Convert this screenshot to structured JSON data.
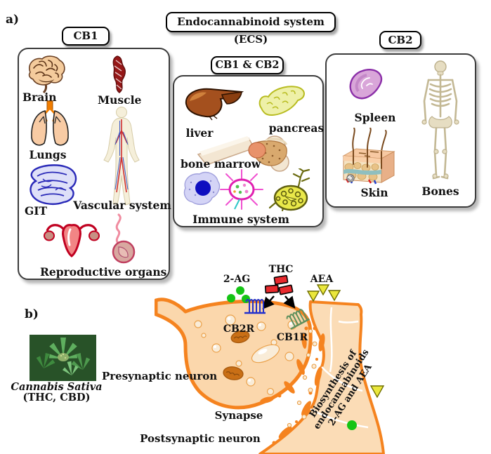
{
  "figure": {
    "panel_a_label": "a)",
    "panel_b_label": "b)",
    "title": "Endocannabinoid system (ECS)"
  },
  "panel_cb1": {
    "header": "CB1",
    "organs": {
      "brain": "Brain",
      "muscle": "Muscle",
      "lungs": "Lungs",
      "vascular": "Vascular system",
      "git": "GIT",
      "reproductive": "Reproductive organs"
    }
  },
  "panel_cb1_cb2": {
    "header": "CB1 & CB2",
    "organs": {
      "liver": "liver",
      "pancreas": "pancreas",
      "bone_marrow": "bone marrow",
      "immune": "Immune system"
    }
  },
  "panel_cb2": {
    "header": "CB2",
    "organs": {
      "spleen": "Spleen",
      "skin": "Skin",
      "bones": "Bones"
    }
  },
  "synapse_panel": {
    "ligands": {
      "ag": "2-AG",
      "thc": "THC",
      "aea": "AEA"
    },
    "receptors": {
      "cb2r": "CB2R",
      "cb1r": "CB1R"
    },
    "neuron_labels": {
      "presynaptic": "Presynaptic neuron",
      "synapse": "Synapse",
      "postsynaptic": "Postsynaptic neuron"
    },
    "biosynthesis": {
      "line1": "Biosynthesis of",
      "line2": "endocannabinoids",
      "line3": "2-AG and AEA"
    },
    "cannabis": {
      "name": "Cannabis Sativa",
      "compounds": "(THC, CBD)"
    }
  },
  "colors": {
    "neuron_outline": "#F5831F",
    "neuron_fill": "#FBD7AC",
    "thc_red": "#E82A2E",
    "ag_green": "#15C415",
    "aea_yellow": "#EAE73C",
    "cb2r_blue": "#2331CC",
    "cb1r_green": "#5E8F5C",
    "liver_brown": "#A4501E",
    "spleen_purple": "#D9A6D9",
    "git_blue": "#2A2AB8"
  }
}
